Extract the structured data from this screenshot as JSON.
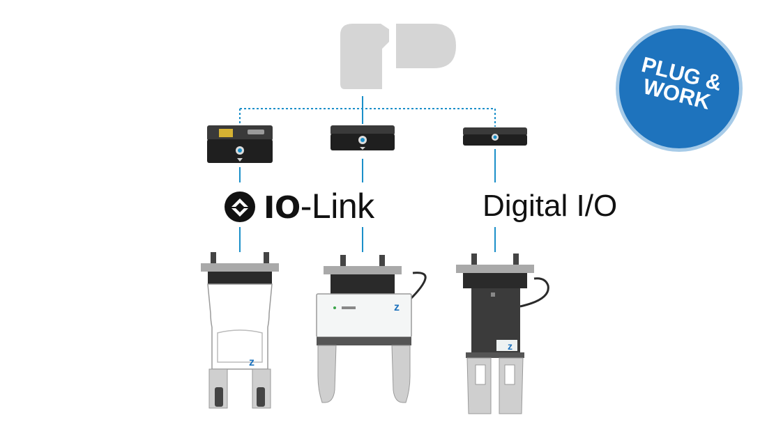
{
  "labels": {
    "io_link_bold": "IO",
    "io_link_rest": "-Link",
    "digital": "Digital I/O"
  },
  "badge": {
    "line1": "PLUG &",
    "line2": "WORK"
  },
  "colors": {
    "connector": "#1b8fc9",
    "badge": "#1e73bd",
    "badge_ring": "#a7cbe8",
    "robot": "#d5d5d5",
    "module": "#2c2c2c",
    "gripper_body": "#ffffff"
  },
  "icons": [
    "robot-arm-icon",
    "io-link-logo-icon",
    "brand-z-logo-icon"
  ]
}
